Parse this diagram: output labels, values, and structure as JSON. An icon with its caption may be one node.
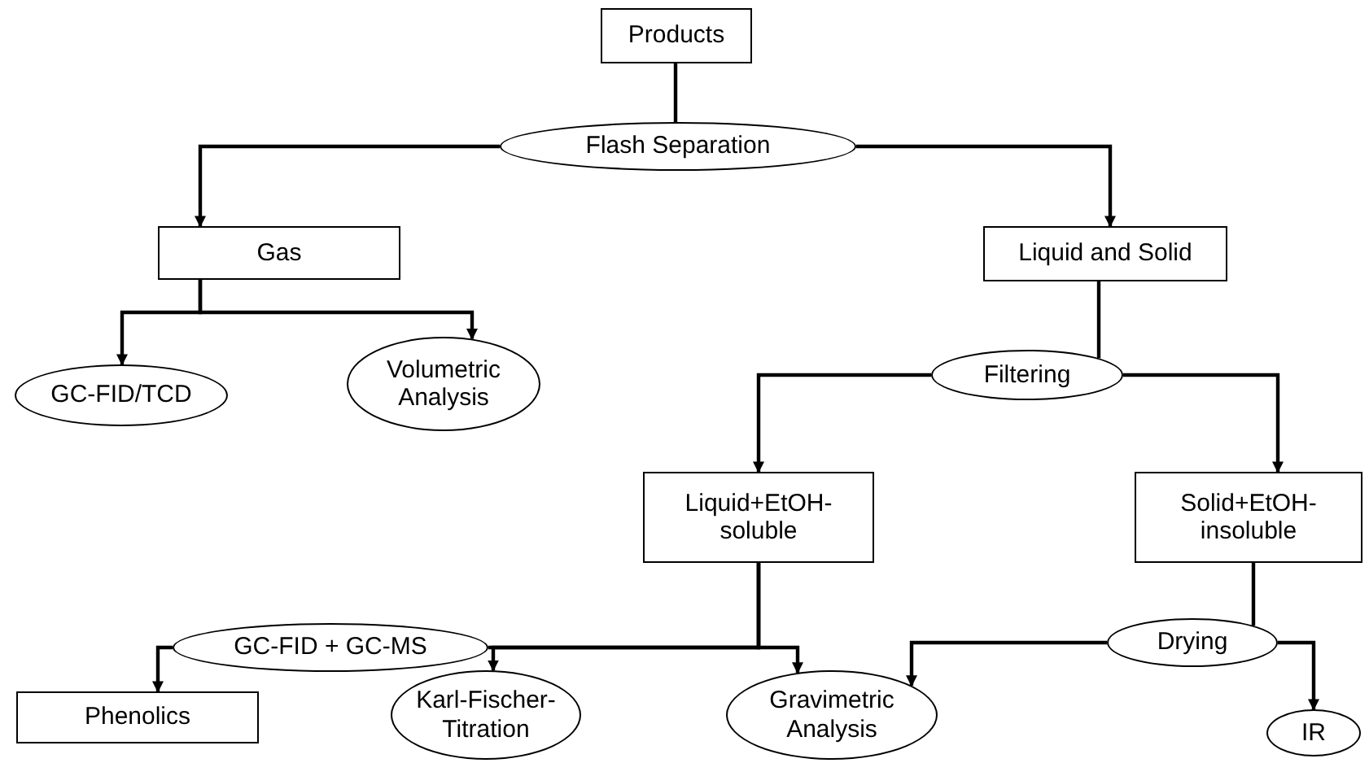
{
  "diagram": {
    "nodes": [
      {
        "text": [
          "Products"
        ]
      },
      {
        "text": [
          "Flash Separation"
        ]
      },
      {
        "text": [
          "Gas"
        ]
      },
      {
        "text": [
          "Liquid and Solid"
        ]
      },
      {
        "text": [
          "GC-FID/TCD"
        ]
      },
      {
        "text": [
          "Volumetric Analysis"
        ]
      },
      {
        "text": [
          "Filtering"
        ]
      },
      {
        "text": [
          "Liquid+EtOH-soluble"
        ]
      },
      {
        "text": [
          "Solid+EtOH-insoluble"
        ]
      },
      {
        "text": [
          "GC-FID + GC-MS"
        ]
      },
      {
        "text": [
          "Drying"
        ]
      },
      {
        "text": [
          "Phenolics"
        ]
      },
      {
        "text": [
          "Karl-Fischer-Titration"
        ]
      },
      {
        "text": [
          "Gravimetric Analysis"
        ]
      },
      {
        "text": [
          "IR"
        ]
      }
    ],
    "edges": [
      {
        "from": 0,
        "to": 1,
        "arrow": "none"
      },
      {
        "from": 1,
        "to": 2,
        "arrow": "to"
      },
      {
        "from": 1,
        "to": 3,
        "arrow": "to"
      },
      {
        "from": 2,
        "to": 4,
        "arrow": "to"
      },
      {
        "from": 2,
        "to": 5,
        "arrow": "to"
      },
      {
        "from": 3,
        "to": 6,
        "arrow": "none"
      },
      {
        "from": 6,
        "to": 7,
        "arrow": "to"
      },
      {
        "from": 6,
        "to": 8,
        "arrow": "to"
      },
      {
        "from": 7,
        "to": 9,
        "arrow": "none"
      },
      {
        "from": 9,
        "to": 11,
        "arrow": "to"
      },
      {
        "from": 7,
        "to": 12,
        "arrow": "to"
      },
      {
        "from": 7,
        "to": 13,
        "arrow": "to"
      },
      {
        "from": 8,
        "to": 10,
        "arrow": "none"
      },
      {
        "from": 10,
        "to": 13,
        "arrow": "to"
      },
      {
        "from": 10,
        "to": 14,
        "arrow": "to"
      }
    ]
  }
}
